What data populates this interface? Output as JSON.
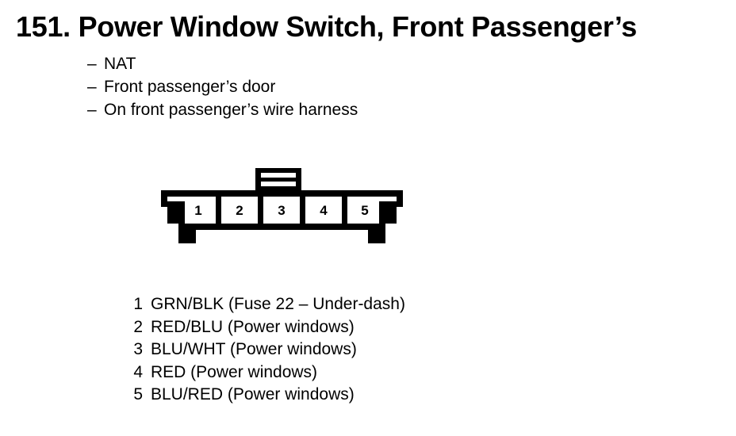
{
  "title": "151. Power Window Switch, Front Passenger’s",
  "spec_list": {
    "dash": "–",
    "items": [
      "NAT",
      "Front passenger’s door",
      "On front passenger’s wire harness"
    ]
  },
  "connector": {
    "name": "5-pin-connector",
    "cell_labels": [
      "1",
      "2",
      "3",
      "4",
      "5"
    ],
    "line_color": "#000000",
    "fill_color": "#ffffff"
  },
  "pin_legend": [
    {
      "pin": "1",
      "description": "GRN/BLK (Fuse 22 – Under-dash)"
    },
    {
      "pin": "2",
      "description": "RED/BLU (Power windows)"
    },
    {
      "pin": "3",
      "description": "BLU/WHT (Power windows)"
    },
    {
      "pin": "4",
      "description": "RED (Power windows)"
    },
    {
      "pin": "5",
      "description": "BLU/RED (Power windows)"
    }
  ]
}
